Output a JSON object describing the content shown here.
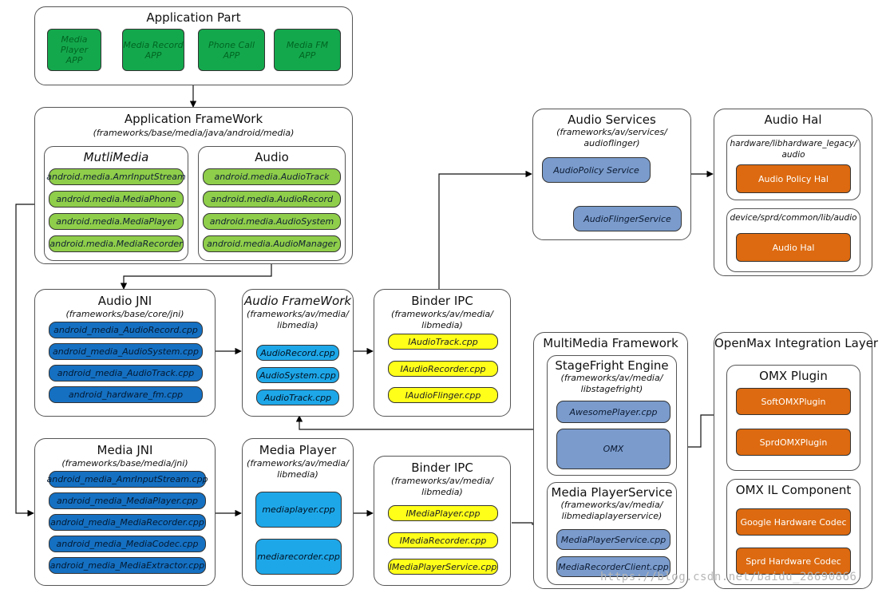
{
  "application_part": {
    "title": "Application Part",
    "apps": [
      "Media Player\nAPP",
      "Media Record\nAPP",
      "Phone Call\nAPP",
      "Media FM\nAPP"
    ]
  },
  "app_framework": {
    "title": "Application FrameWork",
    "path": "(frameworks/base/media/java/android/media)",
    "multimedia": {
      "title": "MutliMedia",
      "items": [
        "android.media.AmrInputStream",
        "android.media.MediaPhone",
        "android.media.MediaPlayer",
        "android.media.MediaRecorder"
      ]
    },
    "audio": {
      "title": "Audio",
      "items": [
        "android.media.AudioTrack",
        "android.media.AudioRecord",
        "android.media.AudioSystem",
        "android.media.AudioManager"
      ]
    }
  },
  "audio_jni": {
    "title": "Audio JNI",
    "path": "(frameworks/base/core/jni)",
    "items": [
      "android_media_AudioRecord.cpp",
      "android_media_AudioSystem.cpp",
      "android_media_AudioTrack.cpp",
      "android_hardware_fm.cpp"
    ]
  },
  "audio_framework": {
    "title": "Audio FrameWork",
    "path": "(frameworks/av/media/\nlibmedia)",
    "items": [
      "AudioRecord.cpp",
      "AudioSystem.cpp",
      "AudioTrack.cpp"
    ]
  },
  "binder_audio": {
    "title": "Binder IPC",
    "path": "(frameworks/av/media/\nlibmedia)",
    "items": [
      "IAudioTrack.cpp",
      "IAudioRecorder.cpp",
      "IAudioFlinger.cpp"
    ]
  },
  "audio_services": {
    "title": "Audio Services",
    "path": "(frameworks/av/services/\naudioflinger)",
    "policy": "AudioPolicy Service",
    "flinger": "AudioFlingerService"
  },
  "audio_hal": {
    "title": "Audio Hal",
    "legacy_path": "hardware/libhardware_legacy/\naudio",
    "policy_hal": "Audio Policy Hal",
    "device_path": "device/sprd/common/lib/audio",
    "hal": "Audio Hal"
  },
  "media_jni": {
    "title": "Media JNI",
    "path": "(frameworks/base/media/jni)",
    "items": [
      "android_media_AmrInputStream.cpp",
      "android_media_MediaPlayer.cpp",
      "android_media_MediaRecorder.cpp",
      "android_media_MediaCodec.cpp",
      "android_media_MediaExtractor.cpp"
    ]
  },
  "media_player": {
    "title": "Media Player",
    "path": "(frameworks/av/media/\nlibmedia)",
    "items": [
      "mediaplayer.cpp",
      "mediarecorder.cpp"
    ]
  },
  "binder_media": {
    "title": "Binder IPC",
    "path": "(frameworks/av/media/\nlibmedia)",
    "items": [
      "IMediaPlayer.cpp",
      "IMediaRecorder.cpp",
      "IMediaPlayerService.cpp"
    ]
  },
  "mm_framework": {
    "title": "MultiMedia Framework",
    "stagefright": {
      "title": "StageFright Engine",
      "path": "(frameworks/av/media/\nlibstagefright)",
      "items": [
        "AwesomePlayer.cpp",
        "OMX"
      ]
    },
    "mps": {
      "title": "Media PlayerService",
      "path": "(frameworks/av/media/\nlibmediaplayerservice)",
      "items": [
        "MediaPlayerService.cpp",
        "MediaRecorderClient.cpp"
      ]
    }
  },
  "openmax": {
    "title": "OpenMax Integration Layer",
    "plugin": {
      "title": "OMX Plugin",
      "items": [
        "SoftOMXPlugin",
        "SprdOMXPlugin"
      ]
    },
    "component": {
      "title": "OMX IL Component",
      "items": [
        "Google Hardware Codec",
        "Sprd Hardware Codec"
      ]
    }
  },
  "watermark": "https://blog.csdn.net/baidu_28690866"
}
